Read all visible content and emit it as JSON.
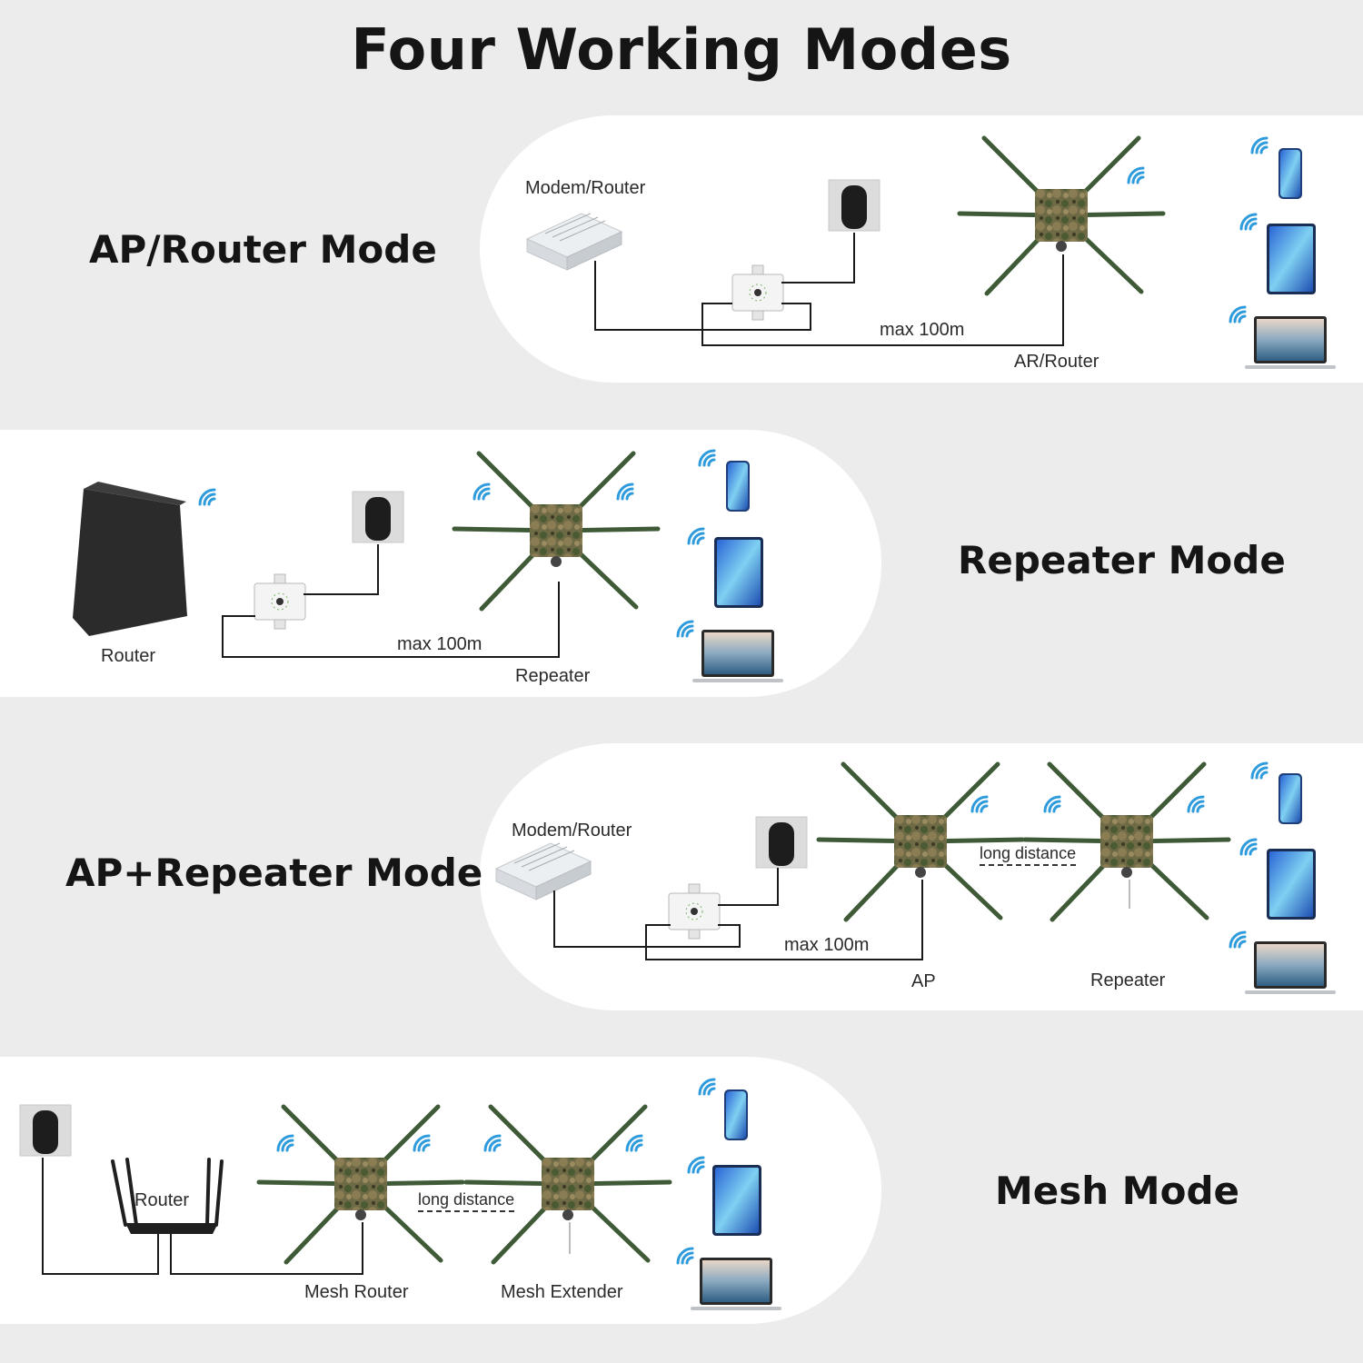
{
  "title": "Four Working Modes",
  "colors": {
    "background": "#ececec",
    "panel": "#ffffff",
    "antenna": "#3f5a37",
    "wifi": "#2e9bdc",
    "cable": "#1a1a1a"
  },
  "modes": [
    {
      "title": "AP/Router Mode",
      "labels": {
        "modem": "Modem/Router",
        "distance": "max 100m",
        "device": "AR/Router"
      }
    },
    {
      "title": "Repeater Mode",
      "labels": {
        "router": "Router",
        "distance": "max 100m",
        "device": "Repeater"
      }
    },
    {
      "title": "AP+Repeater Mode",
      "labels": {
        "modem": "Modem/Router",
        "link": "long distance",
        "distance": "max 100m",
        "ap": "AP",
        "repeater": "Repeater"
      }
    },
    {
      "title": "Mesh Mode",
      "labels": {
        "router": "Router",
        "link": "long distance",
        "mesh_router": "Mesh Router",
        "mesh_extender": "Mesh Extender"
      }
    }
  ],
  "icons": [
    "wifi-signal-icon",
    "smartphone-icon",
    "tablet-icon",
    "laptop-icon",
    "power-adapter-icon",
    "poe-injector-icon",
    "outdoor-ap-icon",
    "modem-router-icon",
    "tower-router-icon",
    "antenna-router-icon"
  ]
}
